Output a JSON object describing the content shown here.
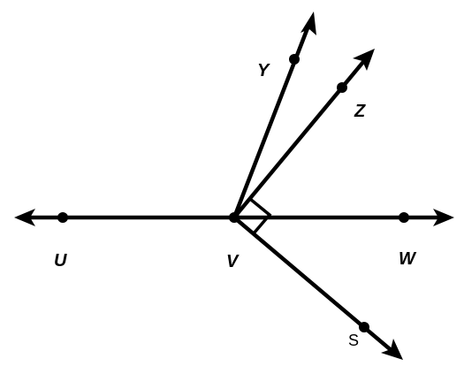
{
  "labels": {
    "U": "U",
    "V": "V",
    "W": "W",
    "Y": "Y",
    "Z": "Z",
    "S": "S"
  },
  "right_angle_marker": true
}
